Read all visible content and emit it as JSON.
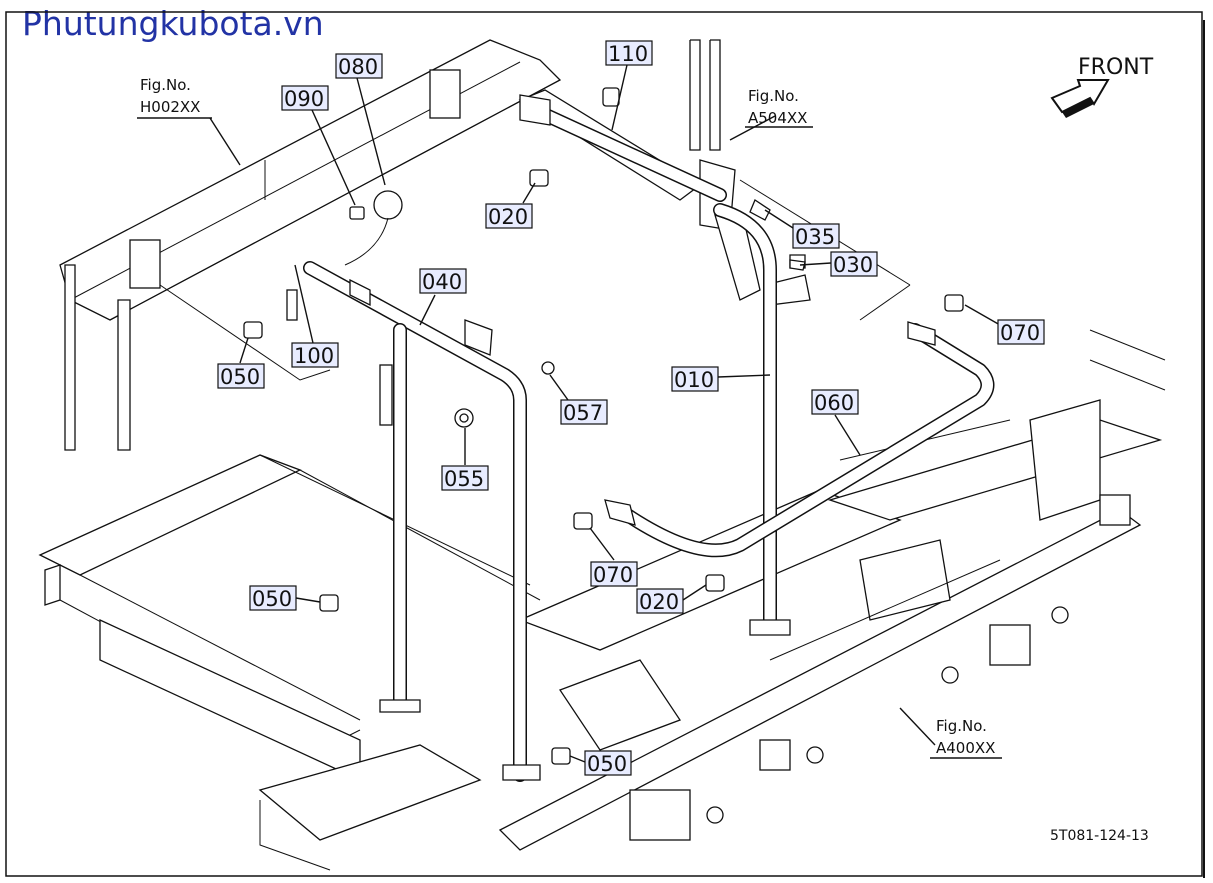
{
  "watermark": "Phutungkubota.vn",
  "front_label": "FRONT",
  "drawing_code": "5T081-124-13",
  "fig_refs": [
    {
      "id": "h002",
      "line1": "Fig.No.",
      "line2": "H002XX"
    },
    {
      "id": "a504",
      "line1": "Fig.No.",
      "line2": "A504XX"
    },
    {
      "id": "a400",
      "line1": "Fig.No.",
      "line2": "A400XX"
    }
  ],
  "callouts": {
    "c080": "080",
    "c090": "090",
    "c110": "110",
    "c020a": "020",
    "c035": "035",
    "c030": "030",
    "c040": "040",
    "c070a": "070",
    "c050a": "050",
    "c100": "100",
    "c057": "057",
    "c010": "010",
    "c060": "060",
    "c055": "055",
    "c070b": "070",
    "c050b": "050",
    "c020b": "020",
    "c050c": "050"
  },
  "colors": {
    "callout_fill": "#e8ecff",
    "watermark": "#2233a5",
    "line": "#111111"
  }
}
